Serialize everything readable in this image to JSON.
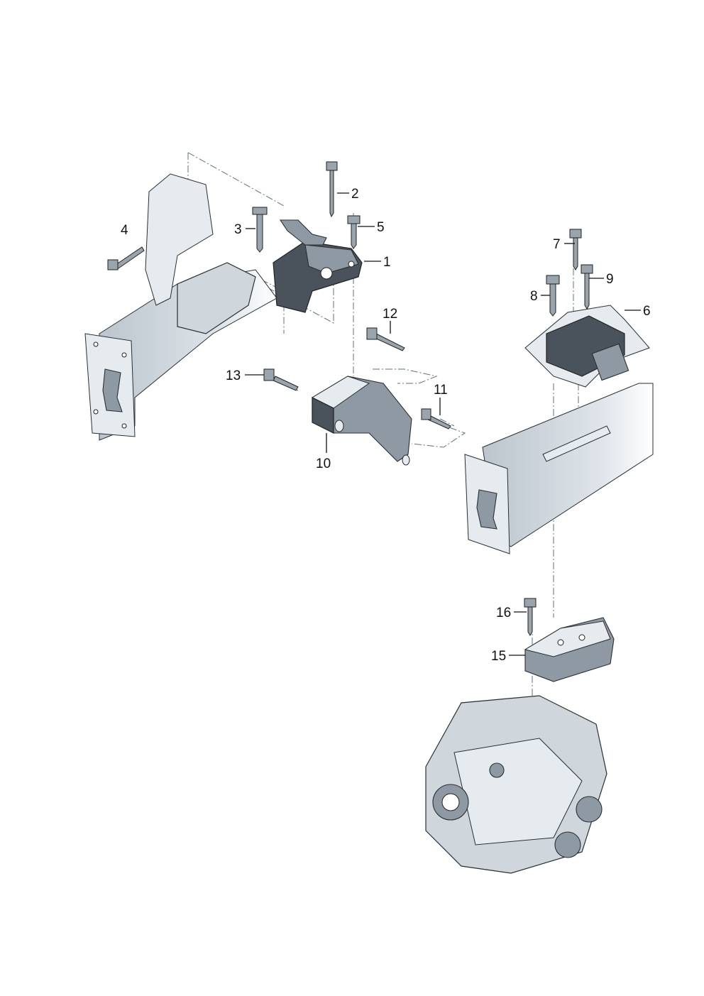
{
  "diagram": {
    "type": "exploded parts diagram",
    "callouts": [
      {
        "id": "1",
        "label": "1"
      },
      {
        "id": "2",
        "label": "2"
      },
      {
        "id": "3",
        "label": "3"
      },
      {
        "id": "4",
        "label": "4"
      },
      {
        "id": "5",
        "label": "5"
      },
      {
        "id": "6",
        "label": "6"
      },
      {
        "id": "7",
        "label": "7"
      },
      {
        "id": "8",
        "label": "8"
      },
      {
        "id": "9",
        "label": "9"
      },
      {
        "id": "10",
        "label": "10"
      },
      {
        "id": "11",
        "label": "11"
      },
      {
        "id": "12",
        "label": "12"
      },
      {
        "id": "13",
        "label": "13"
      },
      {
        "id": "15",
        "label": "15"
      },
      {
        "id": "16",
        "label": "16"
      }
    ]
  }
}
